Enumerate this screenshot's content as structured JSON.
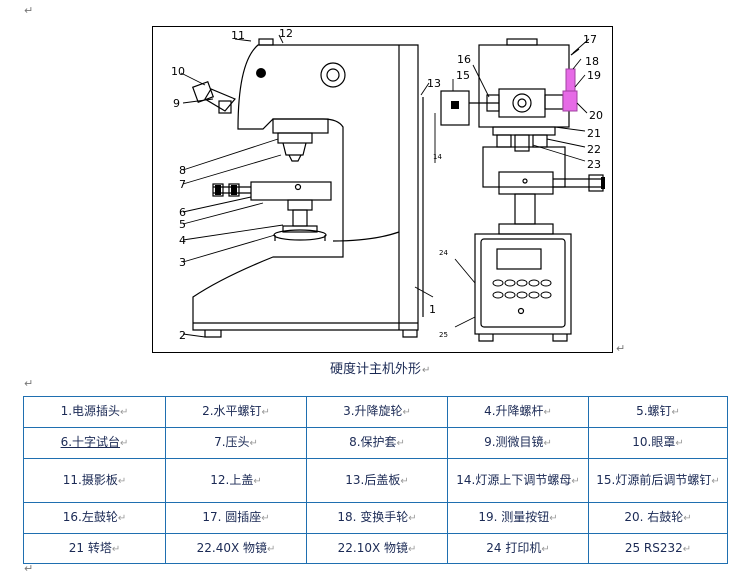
{
  "paragraph_marks": [
    "↵",
    "↵",
    "↵"
  ],
  "figure": {
    "caption": "硬度计主机外形",
    "caption_mark": "↵",
    "corner_mark": "↵",
    "callouts_left": [
      "1",
      "2",
      "3",
      "4",
      "5",
      "6",
      "7",
      "8",
      "9",
      "10",
      "11",
      "12",
      "13"
    ],
    "callouts_right": [
      "14",
      "15",
      "16",
      "17",
      "18",
      "19",
      "20",
      "21",
      "22",
      "23",
      "24",
      "25"
    ]
  },
  "table": {
    "rows": [
      [
        "1.电源插头",
        "2.水平螺钉",
        "3.升降旋轮",
        "4.升降螺杆",
        "5.螺钉"
      ],
      [
        "6.十字试台",
        "7.压头",
        "8.保护套",
        "9.测微目镜",
        "10.眼罩"
      ],
      [
        "11.摄影板",
        "12.上盖",
        "13.后盖板",
        "14.灯源上下调节螺母",
        "15.灯源前后调节螺钉"
      ],
      [
        "16.左鼓轮",
        "17. 圆插座",
        "18. 变换手轮",
        "19. 测量按钮",
        "20. 右鼓轮"
      ],
      [
        "21 转塔",
        "22.40X 物镜",
        "22.10X 物镜",
        "24 打印机",
        "25 RS232"
      ]
    ],
    "cell_mark": "↵"
  }
}
